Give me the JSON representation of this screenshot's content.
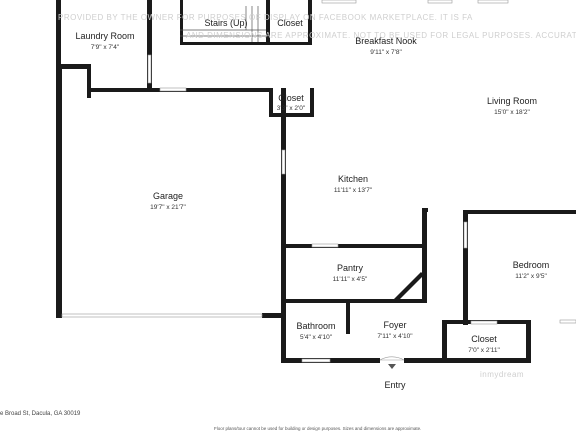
{
  "watermark": {
    "line1": "PROVIDED BY THE OWNER FOR PURPOSES OF DISPLAY ON FACEBOOK MARKETPLACE. IT IS FA",
    "line2": "AND DIMENSIONS ARE APPROXIMATE. NOT TO BE USED FOR LEGAL PURPOSES. ACCURATE",
    "corner": "inmydream"
  },
  "rooms": {
    "laundry": {
      "name": "Laundry Room",
      "dim": "7'9\" x 7'4\""
    },
    "stairs": {
      "name": "Stairs (Up)"
    },
    "closet_top": {
      "name": "Closet"
    },
    "nook": {
      "name": "Breakfast Nook",
      "dim": "9'11\" x 7'8\""
    },
    "living": {
      "name": "Living Room",
      "dim": "15'0\" x 18'2\""
    },
    "closet_mid": {
      "name": "Closet",
      "dim": "3'3\" x 2'0\""
    },
    "garage": {
      "name": "Garage",
      "dim": "19'7\" x 21'7\""
    },
    "kitchen": {
      "name": "Kitchen",
      "dim": "11'11\" x 13'7\""
    },
    "pantry": {
      "name": "Pantry",
      "dim": "11'11\" x 4'5\""
    },
    "bedroom": {
      "name": "Bedroom",
      "dim": "11'2\" x 9'5\""
    },
    "bathroom": {
      "name": "Bathroom",
      "dim": "5'4\" x 4'10\""
    },
    "foyer": {
      "name": "Foyer",
      "dim": "7'11\" x 4'10\""
    },
    "closet_bot": {
      "name": "Closet",
      "dim": "7'0\" x 2'11\""
    }
  },
  "entry_label": "Entry",
  "footer": {
    "address": "e Broad St, Dacula, GA 30019",
    "disclaimer": "Floor plans/tour cannot be used for building or design purposes. Sizes and dimensions are approximate."
  }
}
